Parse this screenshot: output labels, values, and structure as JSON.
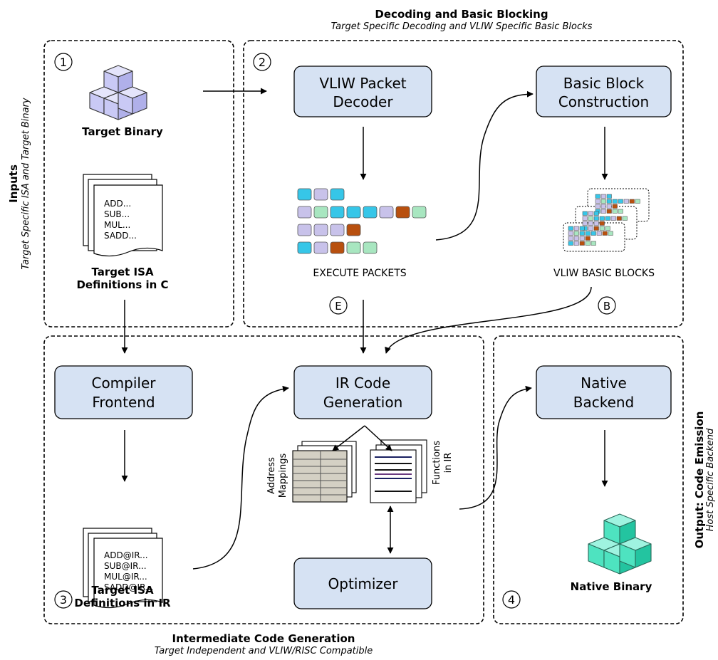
{
  "sections": {
    "inputs": {
      "title": "Inputs",
      "subtitle": "Target Specific ISA and Target Binary"
    },
    "decoding": {
      "title": "Decoding and Basic Blocking",
      "subtitle": "Target Specific Decoding and VLIW Specific Basic Blocks"
    },
    "intermediate": {
      "title": "Intermediate Code Generation",
      "subtitle": "Target Independent and VLIW/RISC Compatible"
    },
    "output": {
      "title": "Output: Code Emission",
      "subtitle": "Host Specific Backend"
    }
  },
  "step_numbers": [
    "1",
    "2",
    "3",
    "4"
  ],
  "markers": {
    "e": "E",
    "b": "B"
  },
  "boxes": {
    "vliw_decoder": [
      "VLIW Packet",
      "Decoder"
    ],
    "bb_construction": [
      "Basic Block",
      "Construction"
    ],
    "compiler_frontend": [
      "Compiler",
      "Frontend"
    ],
    "ir_codegen": [
      "IR Code",
      "Generation"
    ],
    "native_backend": [
      "Native",
      "Backend"
    ],
    "optimizer": [
      "Optimizer"
    ]
  },
  "labels": {
    "target_binary": "Target Binary",
    "target_isa_c": [
      "Target ISA",
      "Definitions in C"
    ],
    "target_isa_ir": [
      "Target ISA",
      "Definitions in IR"
    ],
    "execute_packets": "EXECUTE PACKETS",
    "vliw_basic_blocks": "VLIW BASIC BLOCKS",
    "native_binary": "Native Binary",
    "address_mappings": [
      "Address",
      "Mappings"
    ],
    "functions_in_ir": [
      "Functions",
      "in IR"
    ]
  },
  "doc_c_lines": [
    "ADD...",
    "SUB...",
    "MUL...",
    "SADD..."
  ],
  "doc_ir_lines": [
    "ADD@IR...",
    "SUB@IR...",
    "MUL@IR...",
    "SADD@IR..."
  ],
  "colors": {
    "process_box_fill": "#d6e2f3",
    "cube_target": "#c9c9f5",
    "cube_native": "#4ee3c0",
    "packet_cyan": "#36c6e8",
    "packet_lavender": "#c8c2ea",
    "packet_green": "#a8e6c0",
    "packet_rust": "#b8500f"
  },
  "packet_rows": [
    [
      "cyan",
      "lavender",
      "cyan"
    ],
    [
      "lavender",
      "green",
      "cyan",
      "cyan",
      "cyan",
      "lavender",
      "rust",
      "green"
    ],
    [
      "lavender",
      "lavender",
      "lavender",
      "rust"
    ],
    [
      "cyan",
      "lavender",
      "rust",
      "green",
      "green"
    ]
  ]
}
